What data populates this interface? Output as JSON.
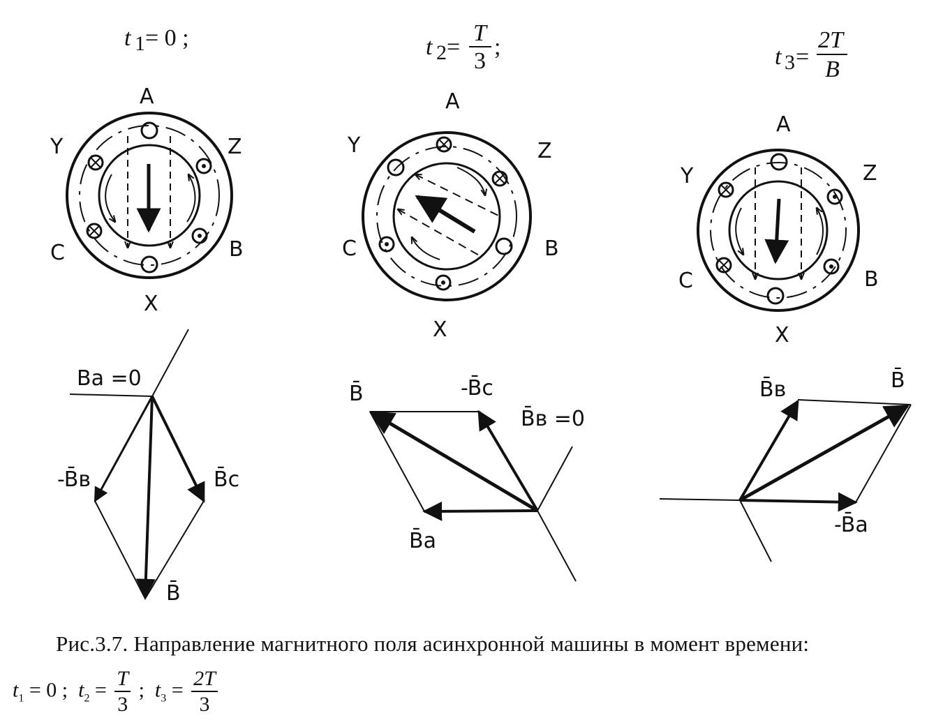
{
  "panels": [
    {
      "time": {
        "t": "t",
        "sub": "1",
        "eq": "= 0 ;",
        "num": "",
        "den": ""
      },
      "stator_labels": {
        "A": "A",
        "X": "X",
        "B": "B",
        "Y": "Y",
        "C": "C",
        "Z": "Z"
      },
      "vector_labels": {
        "ba": "Ba =0",
        "bb": "-B̄в",
        "bc": "B̄c",
        "b": "B̄"
      }
    },
    {
      "time": {
        "t": "t",
        "sub": "2",
        "eq": "=",
        "num": "T",
        "den": "3",
        "tail": ";"
      },
      "stator_labels": {
        "A": "A",
        "X": "X",
        "B": "B",
        "Y": "Y",
        "C": "C",
        "Z": "Z"
      },
      "vector_labels": {
        "b": "B̄",
        "bc": "-B̄c",
        "bb": "B̄в =0",
        "ba": "B̄a"
      }
    },
    {
      "time": {
        "t": "t",
        "sub": "3",
        "eq": "=",
        "num": "2T",
        "den": "B"
      },
      "stator_labels": {
        "A": "A",
        "X": "X",
        "B": "B",
        "Y": "Y",
        "C": "C",
        "Z": "Z"
      },
      "vector_labels": {
        "bb": "B̄в",
        "b": "B̄",
        "ba": "-B̄a"
      }
    }
  ],
  "caption": {
    "text": "Рис.3.7. Направление магнитного поля асинхронной машины в момент времени:",
    "f1_t": "t",
    "f1_sub": "1",
    "f1_eq": "= 0 ;",
    "f2_t": "t",
    "f2_sub": "2",
    "f2_eq": "=",
    "f2_num": "T",
    "f2_den": "3",
    "f2_tail": ";",
    "f3_t": "t",
    "f3_sub": "3",
    "f3_eq": "=",
    "f3_num": "2T",
    "f3_den": "3"
  }
}
